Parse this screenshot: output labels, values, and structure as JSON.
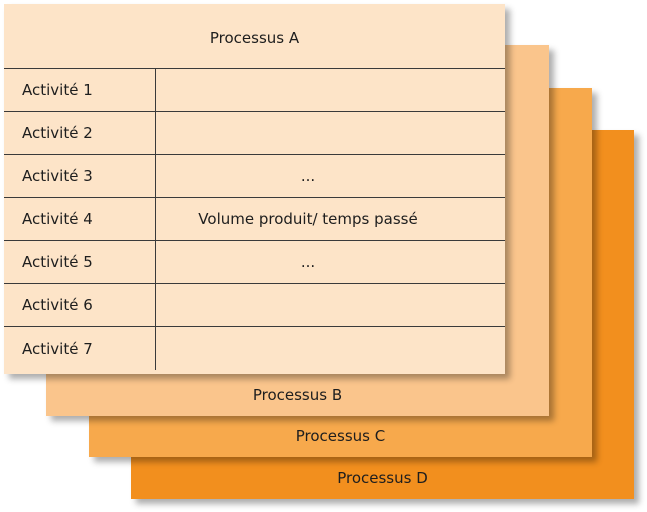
{
  "colors": {
    "process_a": "#fde4c8",
    "process_b": "#fac58c",
    "process_c": "#f7a94c",
    "process_d": "#f28f1e"
  },
  "process_a": {
    "title": "Processus A",
    "rows": [
      {
        "label": "Activité 1",
        "value": ""
      },
      {
        "label": "Activité 2",
        "value": ""
      },
      {
        "label": "Activité 3",
        "value": "..."
      },
      {
        "label": "Activité 4",
        "value": "Volume produit/ temps passé"
      },
      {
        "label": "Activité 5",
        "value": "..."
      },
      {
        "label": "Activité 6",
        "value": ""
      },
      {
        "label": "Activité 7",
        "value": ""
      }
    ]
  },
  "process_b": {
    "title": "Processus B"
  },
  "process_c": {
    "title": "Processus C"
  },
  "process_d": {
    "title": "Processus D"
  }
}
